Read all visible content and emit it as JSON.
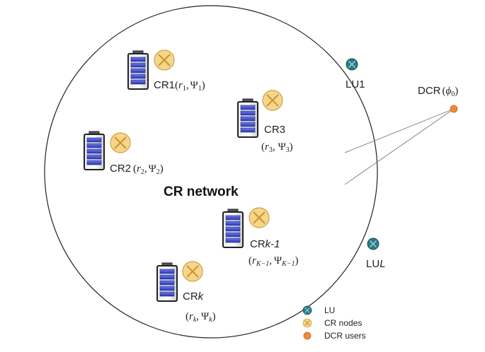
{
  "network_label": "CR network",
  "nodes": {
    "cr1": {
      "name": "CR1",
      "r": "r",
      "r_sub": "1",
      "psi_sub": "1"
    },
    "cr2": {
      "name": "CR2",
      "r": "r",
      "r_sub": "2",
      "psi_sub": "2"
    },
    "cr3": {
      "name": "CR3",
      "r": "r",
      "r_sub": "3",
      "psi_sub": "3"
    },
    "crk1": {
      "name_prefix": "CR",
      "name_italic": "k-1",
      "r_sub": "K−1",
      "psi_sub": "K−1"
    },
    "crk": {
      "name_prefix": "CR",
      "name_italic": "k",
      "r_sub": "k",
      "psi_sub": "k"
    }
  },
  "lu1": {
    "label": "LU1"
  },
  "lul": {
    "label_prefix": "LU",
    "label_italic": "L"
  },
  "dcr": {
    "label": "DCR",
    "phi_sub": "0"
  },
  "symbols": {
    "psi": "Ψ",
    "phi": "ϕ",
    "open": "(",
    "close": ")",
    "comma": ","
  },
  "legend": {
    "items": [
      {
        "label": "LU",
        "color": "#2a7b86",
        "icon": "lu-icon"
      },
      {
        "label": "CR nodes",
        "color": "#f7d58a",
        "icon": "cr-node-icon"
      },
      {
        "label": "DCR users",
        "color": "#ee8a3c",
        "icon": "dcr-user-icon"
      }
    ]
  },
  "colors": {
    "battery_cell": "#3d4cc9",
    "cr_node": "#f7d58a",
    "lu": "#2a7b86",
    "dcr": "#ee8a3c"
  }
}
